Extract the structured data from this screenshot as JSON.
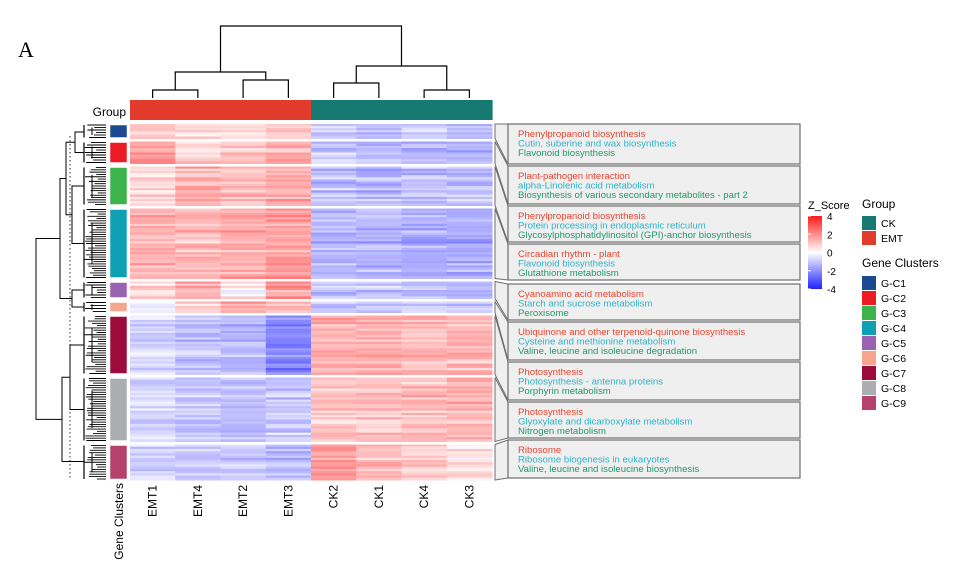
{
  "panel_label": "A",
  "group_label": "Group",
  "gene_clusters_axis_label": "Gene Clusters",
  "colors": {
    "high": "#ff1a1a",
    "mid": "#ffffff",
    "low": "#2020ff",
    "group_EMT": "#e23a2b",
    "group_CK": "#167a73",
    "annot_red": "#e8452f",
    "annot_cyan": "#2fb3c8",
    "annot_green": "#1f9a68",
    "annot_box_fill": "#efefef",
    "annot_box_stroke": "#6d6d6d"
  },
  "chart_data": {
    "type": "heatmap",
    "columns": [
      "EMT1",
      "EMT4",
      "EMT2",
      "EMT3",
      "CK2",
      "CK1",
      "CK4",
      "CK3"
    ],
    "column_groups": [
      "EMT",
      "EMT",
      "EMT",
      "EMT",
      "CK",
      "CK",
      "CK",
      "CK"
    ],
    "row_clusters": [
      {
        "name": "G-C1",
        "color": "#1b4a91",
        "mean_z": [
          1.0,
          0.8,
          0.9,
          1.0,
          -0.8,
          -1.0,
          -0.7,
          -1.0
        ]
      },
      {
        "name": "G-C2",
        "color": "#ed1c24",
        "mean_z": [
          1.5,
          0.7,
          1.0,
          1.4,
          -1.0,
          -1.1,
          -1.2,
          -1.3
        ]
      },
      {
        "name": "G-C3",
        "color": "#3cb44b",
        "mean_z": [
          0.6,
          1.3,
          1.2,
          1.4,
          -1.1,
          -1.2,
          -1.0,
          -1.2
        ]
      },
      {
        "name": "G-C4",
        "color": "#0fa0b5",
        "mean_z": [
          1.3,
          1.2,
          1.4,
          1.6,
          -1.3,
          -1.3,
          -1.4,
          -1.5
        ]
      },
      {
        "name": "G-C5",
        "color": "#9a63b2",
        "mean_z": [
          0.8,
          1.5,
          0.3,
          1.7,
          -1.0,
          -1.1,
          -1.0,
          -1.2
        ]
      },
      {
        "name": "G-C6",
        "color": "#f6a58e",
        "mean_z": [
          0.0,
          0.9,
          1.6,
          1.2,
          -1.0,
          -0.9,
          -0.6,
          -1.0
        ]
      },
      {
        "name": "G-C7",
        "color": "#9c0b3b",
        "mean_z": [
          -0.7,
          -1.1,
          -1.3,
          -2.2,
          1.3,
          1.3,
          1.1,
          1.2
        ]
      },
      {
        "name": "G-C8",
        "color": "#aaaeb0",
        "mean_z": [
          -0.8,
          -1.0,
          -1.1,
          -1.0,
          1.0,
          1.0,
          1.1,
          1.3
        ]
      },
      {
        "name": "G-C9",
        "color": "#b5426a",
        "mean_z": [
          -0.8,
          -1.1,
          -1.0,
          -1.2,
          1.8,
          1.1,
          0.8,
          0.4
        ]
      }
    ],
    "color_scale": {
      "title": "Z_Score",
      "min": -4,
      "max": 4,
      "ticks": [
        4,
        2,
        0,
        -2,
        -4
      ]
    },
    "group_legend": {
      "title": "Group",
      "items": [
        {
          "name": "CK",
          "color": "#167a73"
        },
        {
          "name": "EMT",
          "color": "#e23a2b"
        }
      ]
    },
    "cluster_legend": {
      "title": "Gene Clusters",
      "items": [
        "G-C1",
        "G-C2",
        "G-C3",
        "G-C4",
        "G-C5",
        "G-C6",
        "G-C7",
        "G-C8",
        "G-C9"
      ]
    },
    "annotations": [
      {
        "lines": [
          [
            "Phenylpropanoid biosynthesis",
            "red"
          ],
          [
            "Cutin, suberine and wax biosynthesis",
            "cyan"
          ],
          [
            "Flavonoid biosynthesis",
            "green"
          ]
        ]
      },
      {
        "lines": [
          [
            "Plant-pathogen interaction",
            "red"
          ],
          [
            "alpha-Linolenic acid metabolism",
            "cyan"
          ],
          [
            "Biosynthesis of various secondary metabolites - part 2",
            "green"
          ]
        ]
      },
      {
        "lines": [
          [
            "Phenylpropanoid biosynthesis",
            "red"
          ],
          [
            "Protein processing in endoplasmic reticulum",
            "cyan"
          ],
          [
            "Glycosylphosphatidylinositol (GPI)-anchor biosynthesis",
            "green"
          ]
        ]
      },
      {
        "lines": [
          [
            "Circadian rhythm - plant",
            "red"
          ],
          [
            "Flavonoid biosynthesis",
            "cyan"
          ],
          [
            "Glutathione metabolism",
            "green"
          ]
        ]
      },
      {
        "lines": [
          [
            "Cyanoamino acid metabolism",
            "red"
          ],
          [
            "Starch and sucrose metabolism",
            "cyan"
          ],
          [
            "Peroxisome",
            "green"
          ]
        ]
      },
      {
        "lines": [
          [
            "Ubiquinone and other terpenoid-quinone biosynthesis",
            "red"
          ],
          [
            "Cysteine and methionine metabolism",
            "cyan"
          ],
          [
            "Valine, leucine and isoleucine degradation",
            "green"
          ]
        ]
      },
      {
        "lines": [
          [
            "Photosynthesis",
            "red"
          ],
          [
            "Photosynthesis - antenna proteins",
            "cyan"
          ],
          [
            "Porphyrin metabolism",
            "green"
          ]
        ]
      },
      {
        "lines": [
          [
            "Photosynthesis",
            "red"
          ],
          [
            "Glyoxylate and dicarboxylate metabolism",
            "cyan"
          ],
          [
            "Nitrogen metabolism",
            "green"
          ]
        ]
      },
      {
        "lines": [
          [
            "Ribosome",
            "red"
          ],
          [
            "Ribosome biogenesis in eukaryotes",
            "cyan"
          ],
          [
            "Valine, leucine and isoleucine biosynthesis",
            "green"
          ]
        ]
      }
    ]
  }
}
